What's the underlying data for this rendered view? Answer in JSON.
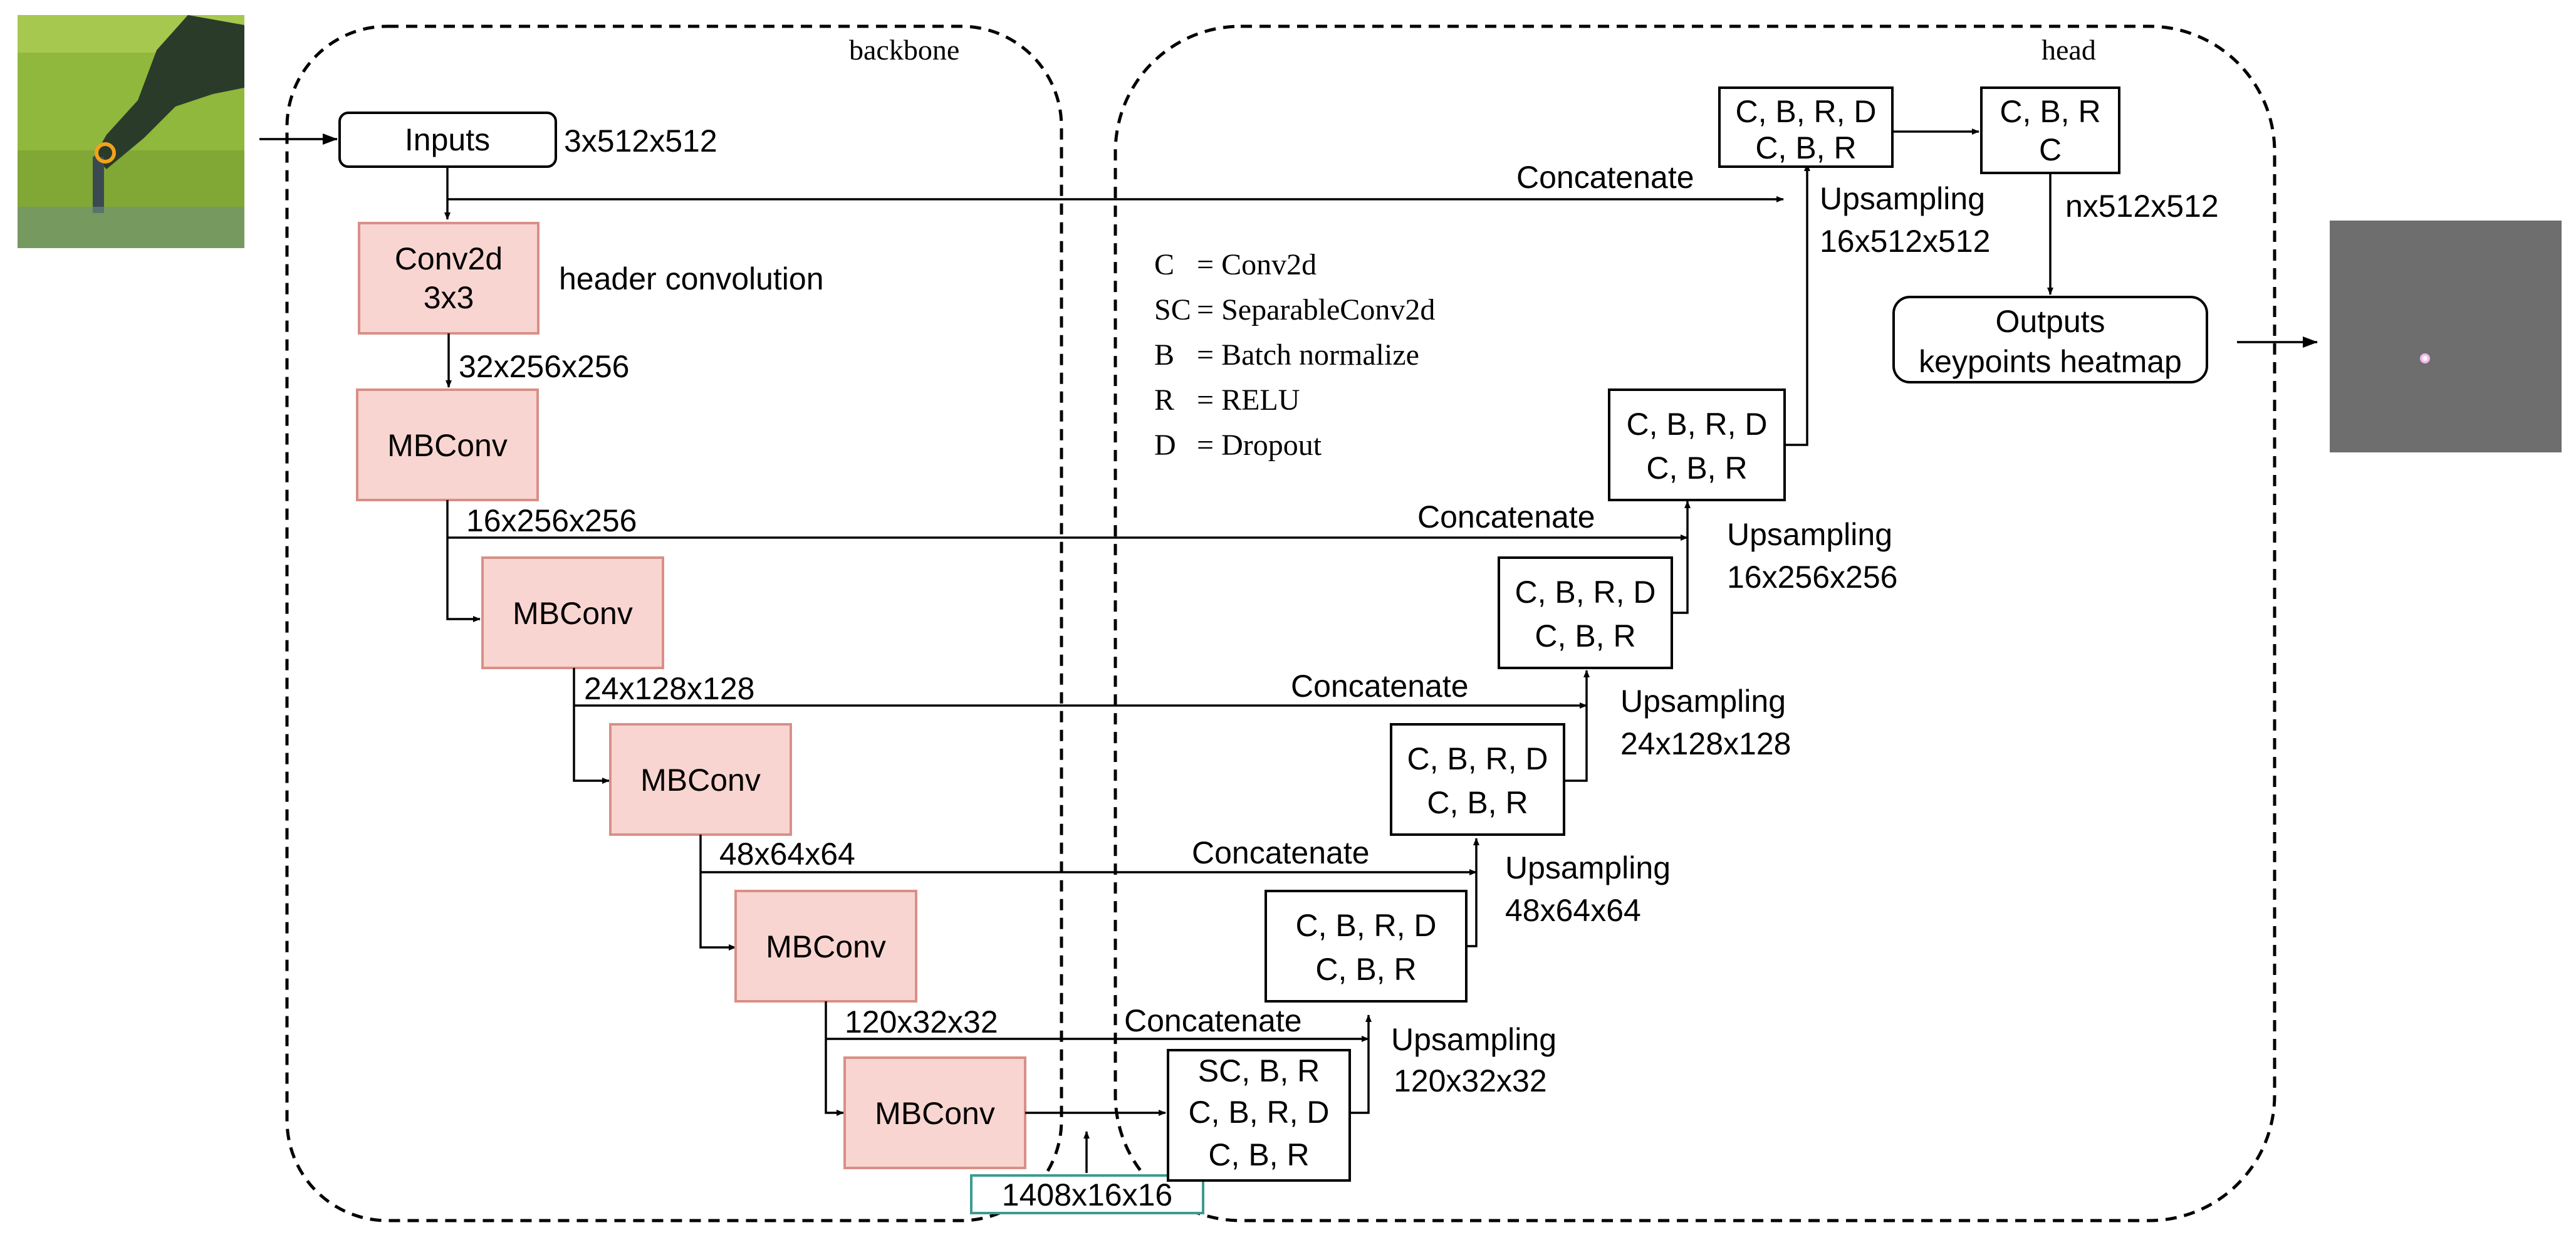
{
  "regions": {
    "backbone": "backbone",
    "head": "head"
  },
  "input_block": {
    "label": "Inputs",
    "shape": "3x512x512"
  },
  "header_conv": {
    "line1": "Conv2d",
    "line2": "3x3",
    "note": "header convolution",
    "out_shape": "32x256x256"
  },
  "mbconv_blocks": [
    {
      "label": "MBConv",
      "out_shape": "16x256x256"
    },
    {
      "label": "MBConv",
      "out_shape": "24x128x128"
    },
    {
      "label": "MBConv",
      "out_shape": "48x64x64"
    },
    {
      "label": "MBConv",
      "out_shape": "120x32x32"
    },
    {
      "label": "MBConv",
      "out_shape": ""
    }
  ],
  "bottleneck": {
    "shape": "1408x16x16"
  },
  "decoder_blocks": [
    {
      "lines": [
        "SC, B, R",
        "C, B, R, D",
        "C, B, R"
      ],
      "upsampling": "Upsampling",
      "up_shape": "120x32x32"
    },
    {
      "lines": [
        "C, B, R, D",
        "C, B, R"
      ],
      "upsampling": "Upsampling",
      "up_shape": "48x64x64"
    },
    {
      "lines": [
        "C, B, R, D",
        "C, B, R"
      ],
      "upsampling": "Upsampling",
      "up_shape": "24x128x128"
    },
    {
      "lines": [
        "C, B, R, D",
        "C, B, R"
      ],
      "upsampling": "Upsampling",
      "up_shape": "16x256x256"
    },
    {
      "lines": [
        "C, B, R, D",
        "C, B, R"
      ],
      "upsampling": "Upsampling",
      "up_shape": "16x512x512"
    },
    {
      "lines": [
        "C, B, R, D",
        "C, B, R"
      ],
      "upsampling": "",
      "up_shape": ""
    }
  ],
  "concat_label": "Concatenate",
  "final_block": {
    "line1": "C, B, R",
    "line2": "C",
    "out_shape": "nx512x512"
  },
  "output_block": {
    "line1": "Outputs",
    "line2": "keypoints heatmap"
  },
  "legend": [
    {
      "key": "C",
      "value": "= Conv2d"
    },
    {
      "key": "SC",
      "value": "= SeparableConv2d"
    },
    {
      "key": "B",
      "value": "= Batch normalize"
    },
    {
      "key": "R",
      "value": "= RELU"
    },
    {
      "key": "D",
      "value": "= Dropout"
    }
  ],
  "colors": {
    "encoder_fill": "#f8d5d1",
    "bottleneck_border": "#3d9b8f",
    "input_photo": "#8fb83c",
    "heatmap_bg": "#6e6e6e"
  }
}
